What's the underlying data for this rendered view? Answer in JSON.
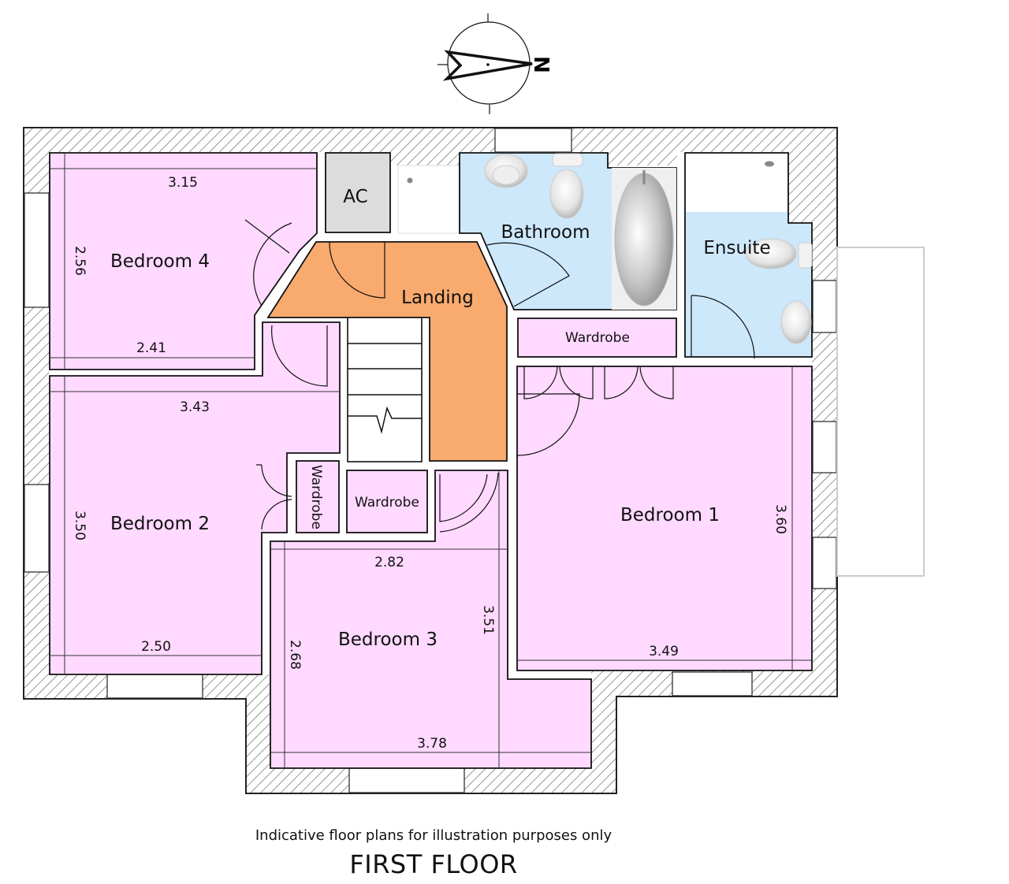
{
  "compass": {
    "north_label": "N",
    "north_direction": "right"
  },
  "colors": {
    "bedroom": "#ffd9ff",
    "wet_room": "#cde8fb",
    "landing": "#f9aa6e",
    "ac": "#dcdcdc",
    "wall_hatch": "#555555"
  },
  "rooms": {
    "bedroom4": {
      "name": "Bedroom 4",
      "dims": [
        "3.15",
        "2.56",
        "2.41"
      ]
    },
    "ac": {
      "name": "AC"
    },
    "bathroom": {
      "name": "Bathroom"
    },
    "ensuite": {
      "name": "Ensuite"
    },
    "landing": {
      "name": "Landing"
    },
    "wardrobe_b1": {
      "name": "Wardrobe"
    },
    "bedroom2": {
      "name": "Bedroom 2",
      "dims": [
        "3.43",
        "3.50",
        "2.50"
      ]
    },
    "wardrobe_b2": {
      "name": "Wardrobe"
    },
    "wardrobe_b3": {
      "name": "Wardrobe"
    },
    "bedroom1": {
      "name": "Bedroom 1",
      "dims": [
        "3.60",
        "3.49"
      ]
    },
    "bedroom3": {
      "name": "Bedroom 3",
      "dims": [
        "2.82",
        "3.51",
        "2.68",
        "3.78"
      ]
    }
  },
  "footer": {
    "disclaimer": "Indicative floor plans for illustration purposes only",
    "title": "FIRST FLOOR"
  }
}
